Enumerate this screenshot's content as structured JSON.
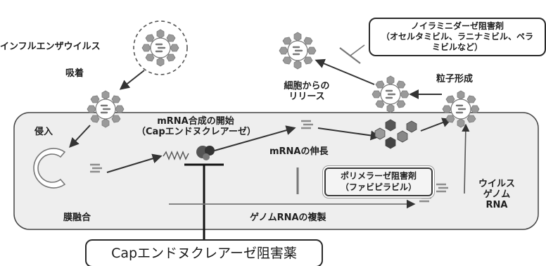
{
  "labels": {
    "influenza_virus": "インフルエンザウイルス",
    "adsorption": "吸着",
    "invasion": "侵入",
    "membrane_fusion": "膜融合",
    "mrna_start_line1": "mRNA合成の開始",
    "mrna_start_line2": "（Capエンドヌクレアーゼ）",
    "mrna_elongation": "mRNAの伸長",
    "genome_replication": "ゲノムRNAの複製",
    "viral_genome_line1": "ウイルス",
    "viral_genome_line2": "ゲノム",
    "viral_genome_line3": "RNA",
    "release_line1": "細胞からの",
    "release_line2": "リリース",
    "particle_formation": "粒子形成"
  },
  "inhibitors": {
    "neuraminidase_line1": "ノイラミニダーゼ阻害剤",
    "neuraminidase_line2": "（オセルタミビル、ラニナミビル、ペラ",
    "neuraminidase_line3": "ミビルなど）",
    "polymerase_line1": "ポリメラーゼ阻害剤",
    "polymerase_line2": "（ファビピラビル）",
    "cap_endonuclease": "Capエンドヌクレアーゼ阻害薬"
  },
  "colors": {
    "cell_fill": "#eeeeee",
    "cell_border": "#444444",
    "virus_spike": "#9a9a9a",
    "arrow": "#333333"
  },
  "icons": [
    "virus-icon",
    "endosome-icon",
    "rna-strand-icon",
    "protein-hexagon-icon",
    "inhibition-bar-icon"
  ]
}
